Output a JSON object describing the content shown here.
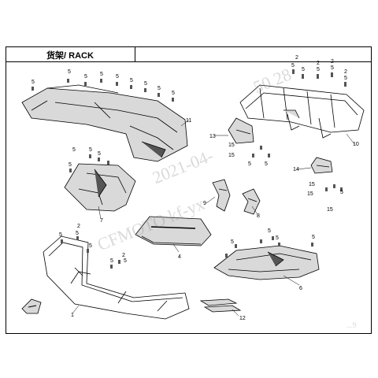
{
  "title": "货架/ RACK",
  "watermarks": [
    "CFMOTO kf-yx",
    "2021-04-",
    "50 28",
    "...9"
  ],
  "callouts": {
    "n1": "1",
    "n2": "2",
    "n4": "4",
    "n5": "5",
    "n6": "6",
    "n7": "7",
    "n8": "8",
    "n9": "9",
    "n10": "10",
    "n11": "11",
    "n12": "12",
    "n13": "13",
    "n14": "14",
    "n15": "15"
  },
  "colors": {
    "line": "#000000",
    "part_fill": "#d9d9d9",
    "dark_fill": "#555555",
    "watermark": "#9a9a9a"
  }
}
